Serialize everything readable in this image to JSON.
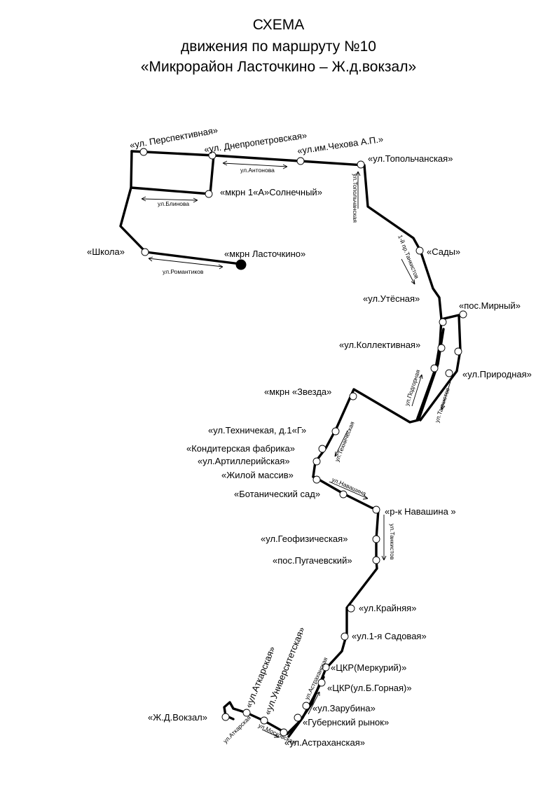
{
  "header": {
    "line1": "СХЕМА",
    "line2": "движения по маршруту №10",
    "line3": "«Микрорайон Ласточкино – Ж.д.вокзал»"
  },
  "stops": {
    "perspektivnaya": "«ул. Перспективная»",
    "dnepropetrovskaya": "«ул. Днепропетровская»",
    "chekhova": "«ул.им.Чехова А.П.»",
    "topolchanskaya": "«ул.Топольчанская»",
    "mkrn_1a": "«мкрн 1«А»Солнечный»",
    "shkola": "«Школа»",
    "mkrn_lastochkino": "«мкрн Ласточкино»",
    "sady": "«Сады»",
    "utesnaya": "«ул.Утёсная»",
    "pos_mirny": "«пос.Мирный»",
    "kollektivnaya": "«ул.Коллективная»",
    "prirodnaya": "«ул.Природная»",
    "mkrn_zvezda": "«мкрн «Звезда»",
    "tekhnicheskaya": "«ул.Техничекая, д.1«Г»",
    "konditerskaya": "«Кондитерская фабрика»",
    "artilleriyskaya": "«ул.Артиллерийская»",
    "zhiloy_massiv": "«Жилой массив»",
    "botanicheskiy_sad": "«Ботанический сад»",
    "rk_navashina": "«р-к Навашина »",
    "geofizicheskaya": "«ул.Геофизическая»",
    "pos_pugachevskiy": "«пос.Пугачевский»",
    "kraynyaya": "«ул.Крайняя»",
    "sadovaya_1": "«ул.1-я Садовая»",
    "tskr_merkuriy": "«ЦКР(Меркурий)»",
    "tskr_gornaya": "«ЦКР(ул.Б.Горная)»",
    "zarubina": "«ул.Зарубина»",
    "gubernskiy_rynok": "«Губернский рынок»",
    "astrakhanskaya_stop": "«ул.Астраханская»",
    "universitetskaya": "«ул.Университетская»",
    "atkarskaya": "«ул.Аткарская»",
    "zhd_vokzal": "«Ж.Д.Вокзал»"
  },
  "streets": {
    "antonova": "ул.Антонова",
    "blinova": "ул.Блинова",
    "romantikov": "ул.Романтиков",
    "topolchanskaya": "ул.Топольчанская",
    "proezd_tankistov": "1-й пр.Танкистов",
    "podgornaya": "ул.Подгорная",
    "tankistov_upper": "ул.Танкистов",
    "tekhnicheskaya": "ул.Техническая",
    "navashina": "ул.Навашина",
    "tankistov_lower": "ул.Танкистов",
    "astrakhanskaya": "ул.Астраханская",
    "moskovskaya": "ул.Московская",
    "atkarskaya": "ул.Аткарская"
  }
}
